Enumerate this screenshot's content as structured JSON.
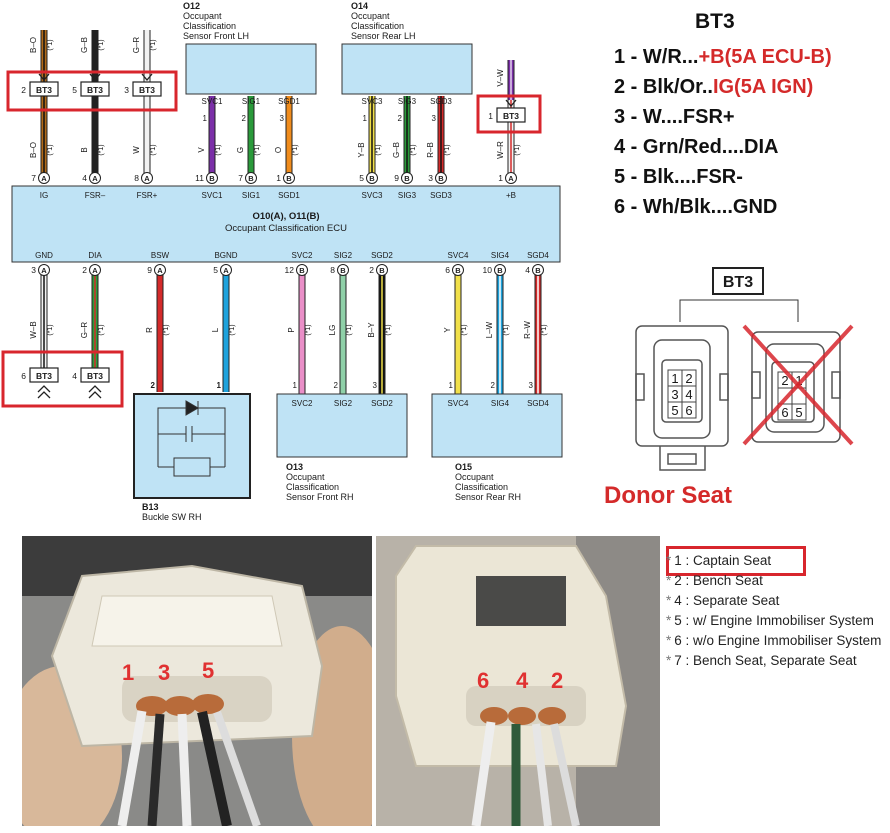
{
  "connector_id": "BT3",
  "ecu": {
    "title": "O10(A), O11(B)",
    "subtitle": "Occupant Classification ECU",
    "top_pins": [
      {
        "name": "IG",
        "num": "7",
        "conn": "A",
        "wire": "B–O",
        "note": "(*1)",
        "color": "#b06a1a",
        "stripe": "#111111"
      },
      {
        "name": "FSR–",
        "num": "4",
        "conn": "A",
        "wire": "B",
        "note": "(*1)",
        "color": "#222222",
        "stripe": "#222222"
      },
      {
        "name": "FSR+",
        "num": "8",
        "conn": "A",
        "wire": "W",
        "note": "(*1)",
        "color": "#f2f2f2",
        "stripe": "#f2f2f2"
      },
      {
        "name": "SVC1",
        "num": "11",
        "conn": "B",
        "wire": "V",
        "note": "(*1)",
        "color": "#7b2fa8",
        "stripe": "#7b2fa8"
      },
      {
        "name": "SIG1",
        "num": "7",
        "conn": "B",
        "wire": "G",
        "note": "(*1)",
        "color": "#2a9a3a",
        "stripe": "#2a9a3a"
      },
      {
        "name": "SGD1",
        "num": "1",
        "conn": "B",
        "wire": "O",
        "note": "(*1)",
        "color": "#f08c1c",
        "stripe": "#f08c1c"
      },
      {
        "name": "SVC3",
        "num": "5",
        "conn": "B",
        "wire": "Y–B",
        "note": "(*1)",
        "color": "#f1e04a",
        "stripe": "#111111"
      },
      {
        "name": "SIG3",
        "num": "9",
        "conn": "B",
        "wire": "G–B",
        "note": "(*1)",
        "color": "#2a9a3a",
        "stripe": "#111111"
      },
      {
        "name": "SGD3",
        "num": "3",
        "conn": "B",
        "wire": "R–B",
        "note": "(*1)",
        "color": "#d42a2a",
        "stripe": "#111111"
      },
      {
        "name": "+B",
        "num": "1",
        "conn": "A",
        "wire": "W–R",
        "note": "(*1)",
        "color": "#f2f2f2",
        "stripe": "#d42a2a"
      }
    ],
    "bottom_pins": [
      {
        "name": "GND",
        "num": "3",
        "conn": "A",
        "wire": "W–B",
        "note": "(*1)",
        "color": "#f2f2f2",
        "stripe": "#111111"
      },
      {
        "name": "DIA",
        "num": "2",
        "conn": "A",
        "wire": "G–R",
        "note": "(*1)",
        "color": "#2a9a3a",
        "stripe": "#d42a2a"
      },
      {
        "name": "BSW",
        "num": "9",
        "conn": "A",
        "wire": "R",
        "note": "(*1)",
        "color": "#d42a2a",
        "stripe": "#d42a2a"
      },
      {
        "name": "BGND",
        "num": "5",
        "conn": "A",
        "wire": "L",
        "note": "(*1)",
        "color": "#1ea2dc",
        "stripe": "#1ea2dc"
      },
      {
        "name": "SVC2",
        "num": "12",
        "conn": "B",
        "wire": "P",
        "note": "(*1)",
        "color": "#ea8fc8",
        "stripe": "#ea8fc8"
      },
      {
        "name": "SIG2",
        "num": "8",
        "conn": "B",
        "wire": "LG",
        "note": "(*1)",
        "color": "#8fd0a8",
        "stripe": "#8fd0a8"
      },
      {
        "name": "SGD2",
        "num": "2",
        "conn": "B",
        "wire": "B–Y",
        "note": "(*1)",
        "color": "#111111",
        "stripe": "#f1e04a"
      },
      {
        "name": "SVC4",
        "num": "6",
        "conn": "B",
        "wire": "Y",
        "note": "(*1)",
        "color": "#f1e04a",
        "stripe": "#f1e04a"
      },
      {
        "name": "SIG4",
        "num": "10",
        "conn": "B",
        "wire": "L–W",
        "note": "(*1)",
        "color": "#1ea2dc",
        "stripe": "#ffffff"
      },
      {
        "name": "SGD4",
        "num": "4",
        "conn": "B",
        "wire": "R–W",
        "note": "(*1)",
        "color": "#d42a2a",
        "stripe": "#ffffff"
      }
    ]
  },
  "top_connector_groups": [
    {
      "pins": [
        {
          "num": "2",
          "upper_wire": "B–O"
        },
        {
          "num": "5",
          "upper_wire": "G–B"
        },
        {
          "num": "3",
          "upper_wire": "G–R"
        }
      ]
    },
    {
      "pins": [
        {
          "num": "1",
          "upper_wire": "V–W"
        }
      ]
    }
  ],
  "bottom_connector_group": {
    "pins": [
      {
        "num": "6"
      },
      {
        "num": "4"
      }
    ]
  },
  "sensors": {
    "o12": {
      "id": "O12",
      "line1": "Occupant",
      "line2": "Classification",
      "line3": "Sensor Front LH",
      "pins": [
        {
          "name": "SVC1",
          "num": "1"
        },
        {
          "name": "SIG1",
          "num": "2"
        },
        {
          "name": "SGD1",
          "num": "3"
        }
      ]
    },
    "o14": {
      "id": "O14",
      "line1": "Occupant",
      "line2": "Classification",
      "line3": "Sensor Rear LH",
      "pins": [
        {
          "name": "SVC3",
          "num": "1"
        },
        {
          "name": "SIG3",
          "num": "2"
        },
        {
          "name": "SGD3",
          "num": "3"
        }
      ]
    },
    "o13": {
      "id": "O13",
      "line1": "Occupant",
      "line2": "Classification",
      "line3": "Sensor Front RH",
      "pins": [
        {
          "name": "SVC2",
          "num": "1"
        },
        {
          "name": "SIG2",
          "num": "2"
        },
        {
          "name": "SGD2",
          "num": "3"
        }
      ]
    },
    "o15": {
      "id": "O15",
      "line1": "Occupant",
      "line2": "Classification",
      "line3": "Sensor Rear RH",
      "pins": [
        {
          "name": "SVC4",
          "num": "1"
        },
        {
          "name": "SIG4",
          "num": "2"
        },
        {
          "name": "SGD4",
          "num": "3"
        }
      ]
    },
    "b13": {
      "id": "B13",
      "line1": "Buckle SW RH",
      "pins": [
        {
          "num": "2"
        },
        {
          "num": "1"
        }
      ]
    }
  },
  "pinout": {
    "title": "BT3",
    "rows": [
      {
        "text": "1 - W/R...",
        "red": "+B(5A ECU-B)"
      },
      {
        "text": "2 - Blk/Or..",
        "red": "IG(5A IGN)"
      },
      {
        "text": "3 - W....FSR+",
        "red": ""
      },
      {
        "text": "4 - Grn/Red....DIA",
        "red": ""
      },
      {
        "text": "5 - Blk....FSR-",
        "red": ""
      },
      {
        "text": "6 - Wh/Blk....GND",
        "red": ""
      }
    ]
  },
  "connector_faces": {
    "label": "BT3",
    "good_grid": [
      "1",
      "2",
      "3",
      "4",
      "5",
      "6"
    ],
    "crossed_grid": [
      "2",
      "1",
      "",
      "",
      "6",
      "5"
    ]
  },
  "donor_label": "Donor Seat",
  "photos": {
    "left_labels": [
      "1",
      "3",
      "5"
    ],
    "right_labels": [
      "6",
      "4",
      "2"
    ]
  },
  "legend": [
    {
      "star": "*",
      "text": "1 : Captain Seat"
    },
    {
      "star": "*",
      "text": "2 : Bench Seat"
    },
    {
      "star": "*",
      "text": "4 : Separate Seat"
    },
    {
      "star": "*",
      "text": "5 : w/ Engine Immobiliser System"
    },
    {
      "star": "*",
      "text": "6 : w/o Engine Immobiliser System"
    },
    {
      "star": "*",
      "text": "7 : Bench Seat,  Separate Seat"
    }
  ],
  "colors": {
    "ecu_fill": "#bfe3f5",
    "highlight": "#d8262d",
    "sensor_fill": "#bfe3f5"
  }
}
